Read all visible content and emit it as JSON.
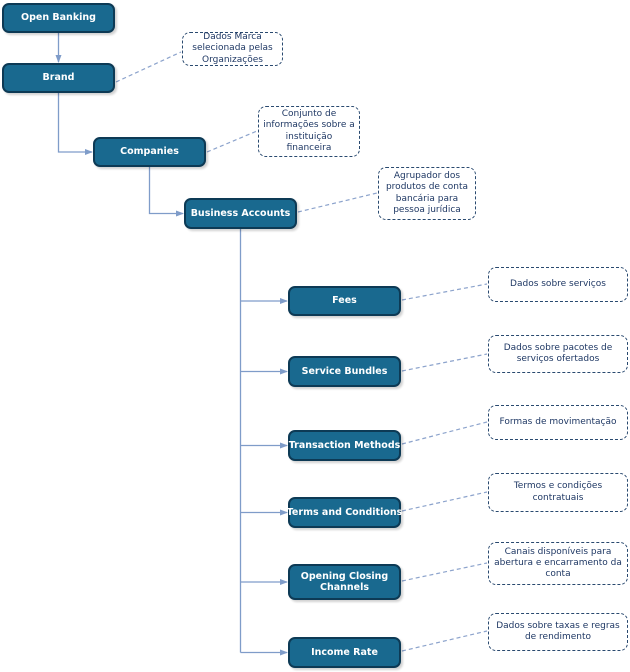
{
  "diagram": {
    "nodes": {
      "open_banking": {
        "label": "Open Banking"
      },
      "brand": {
        "label": "Brand"
      },
      "companies": {
        "label": "Companies"
      },
      "business_accounts": {
        "label": "Business Accounts"
      },
      "fees": {
        "label": "Fees"
      },
      "service_bundles": {
        "label": "Service Bundles"
      },
      "transaction_methods": {
        "label": "Transaction Methods"
      },
      "terms_and_conditions": {
        "label": "Terms and Conditions"
      },
      "opening_closing_channels": {
        "label": "Opening Closing Channels"
      },
      "income_rate": {
        "label": "Income Rate"
      }
    },
    "notes": {
      "brand": {
        "text": "Dados Marca selecionada pelas Organizações"
      },
      "companies": {
        "text": "Conjunto de informações sobre a instituição financeira"
      },
      "business_accounts": {
        "text": "Agrupador dos produtos de conta bancária para pessoa jurídica"
      },
      "fees": {
        "text": "Dados sobre serviços"
      },
      "service_bundles": {
        "text": "Dados sobre pacotes de serviços ofertados"
      },
      "transaction_methods": {
        "text": "Formas de movimentação"
      },
      "terms_and_conditions": {
        "text": "Termos e condições contratuais"
      },
      "opening_closing_channels": {
        "text": "Canais disponíveis para abertura e encarramento da conta"
      },
      "income_rate": {
        "text": "Dados sobre taxas e regras de rendimento"
      }
    },
    "colors": {
      "node_fill": "#19698F",
      "node_border": "#0D3A55",
      "node_text": "#FFFFFF",
      "note_border": "#29496F",
      "note_text": "#1F3864",
      "connector": "#7F9CC9"
    }
  }
}
